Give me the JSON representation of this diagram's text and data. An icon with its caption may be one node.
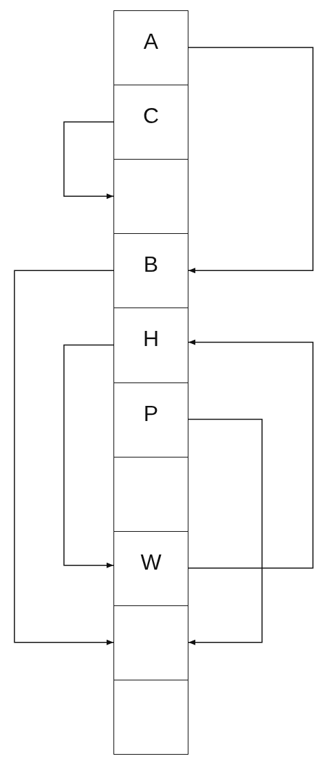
{
  "diagram": {
    "nodes": [
      {
        "text": [
          "A"
        ]
      },
      {
        "text": [
          "C"
        ]
      },
      {
        "text": [],
        "shape": "box"
      },
      {
        "text": [
          "B"
        ]
      },
      {
        "text": [
          "H"
        ]
      },
      {
        "text": [
          "P"
        ]
      },
      {
        "text": [],
        "shape": "box"
      },
      {
        "text": [
          "W"
        ]
      },
      {
        "text": [],
        "shape": "box"
      },
      {
        "text": [],
        "shape": "box"
      }
    ],
    "edges": [
      {
        "from": 0,
        "to": 3,
        "arrow": "to"
      },
      {
        "from": 1,
        "to": 2,
        "arrow": "to"
      },
      {
        "from": 3,
        "to": 8,
        "arrow": "to"
      },
      {
        "from": 4,
        "to": 7,
        "arrow": "to"
      },
      {
        "from": 7,
        "to": 4,
        "arrow": "to"
      },
      {
        "from": 5,
        "to": 8,
        "arrow": "to"
      }
    ]
  }
}
